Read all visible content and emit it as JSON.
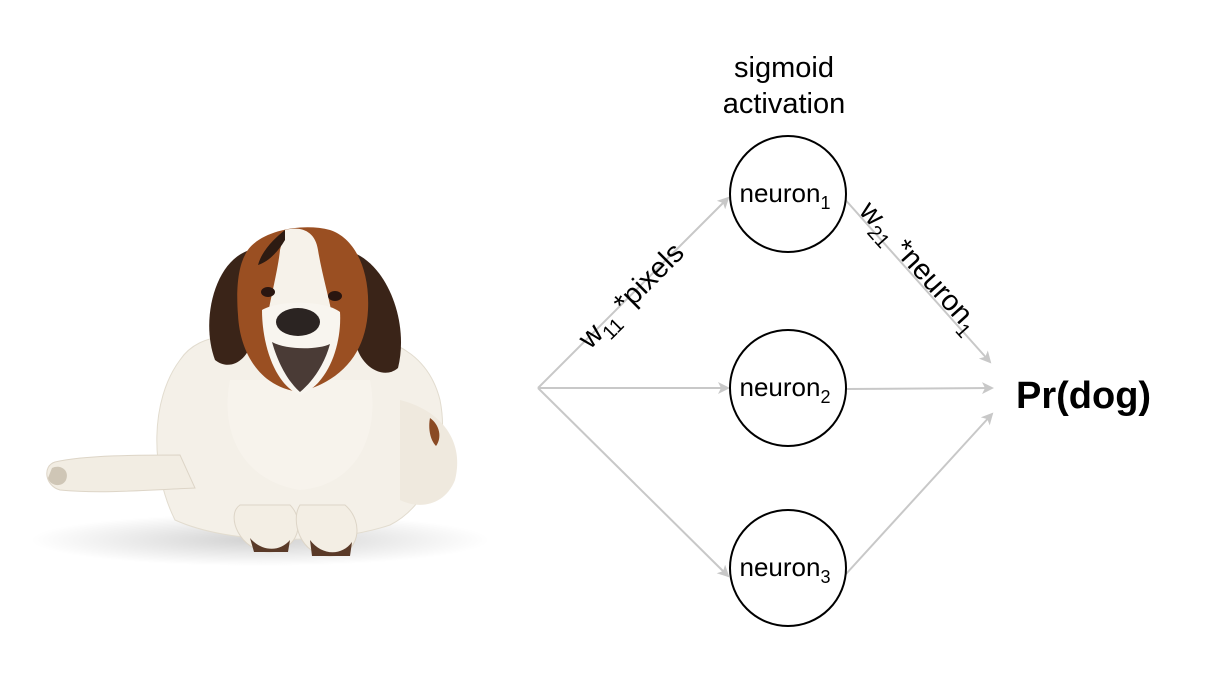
{
  "caption": {
    "line1": "sigmoid",
    "line2": "activation"
  },
  "input_image": {
    "subject": "dog",
    "icon": "st-bernard-dog-photo"
  },
  "neurons": [
    {
      "base": "neuron",
      "sub": "1"
    },
    {
      "base": "neuron",
      "sub": "2"
    },
    {
      "base": "neuron",
      "sub": "3"
    }
  ],
  "edge_labels": {
    "input_to_hidden": {
      "w": "w",
      "sub": "11",
      "rest": " *pixels"
    },
    "hidden_to_output": {
      "w": "w",
      "sub": "21",
      "rest": " *neuron",
      "sub2": "1"
    }
  },
  "output": {
    "label": "Pr(dog)"
  },
  "colors": {
    "arrow": "#c8c8c8",
    "node_stroke": "#000000",
    "text": "#000000"
  }
}
